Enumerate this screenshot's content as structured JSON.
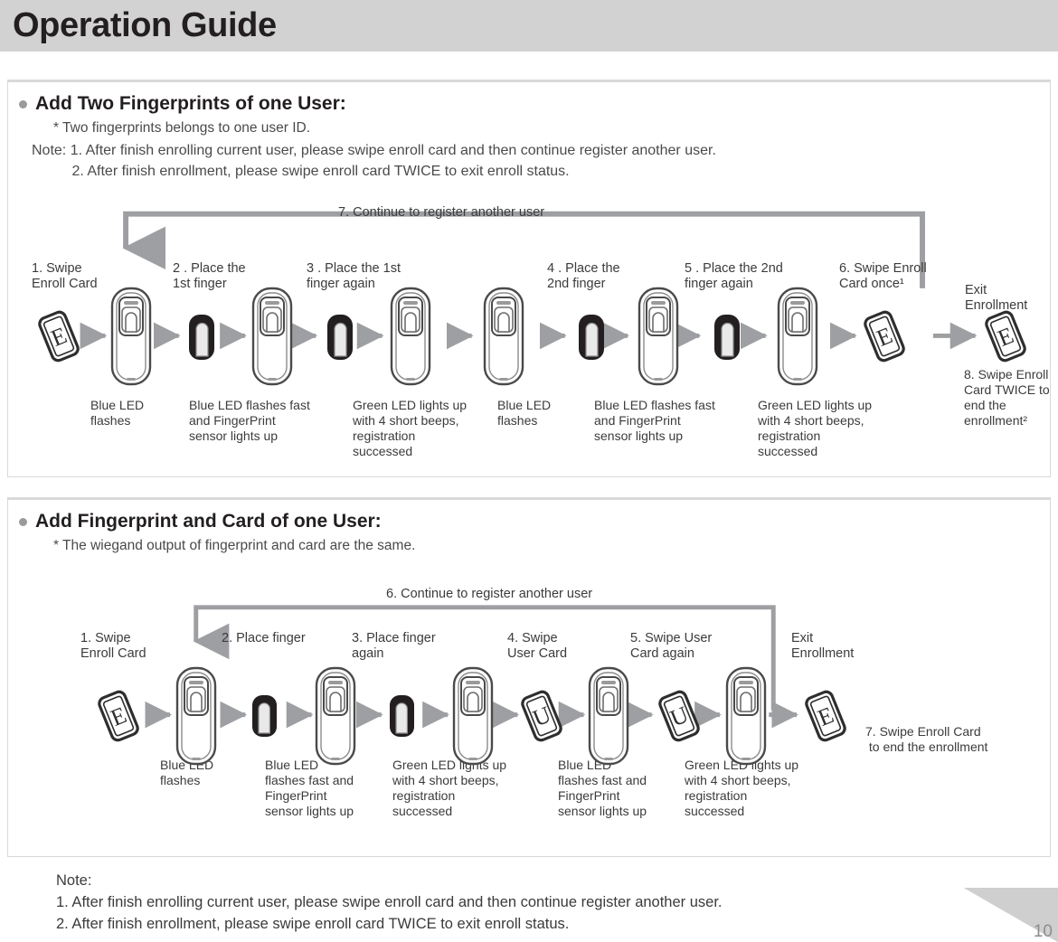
{
  "header": {
    "title": "Operation Guide"
  },
  "page_number": "10",
  "section1": {
    "title": "Add Two Fingerprints of one User:",
    "star_note": "* Two fingerprints belongs to one user ID.",
    "notes": "Note: 1. After finish enrolling current user, please swipe enroll card and then continue register another user.\n          2. After finish enrollment, please swipe enroll card TWICE to exit enroll status.",
    "loop_label": "7. Continue to register another user",
    "exit_label": "Exit\nEnrollment",
    "final_note": "8. Swipe Enroll\nCard TWICE to\nend the\nenrollment²",
    "steps": [
      {
        "label": "1. Swipe\nEnroll Card",
        "icon": "enroll-card-icon",
        "caption": ""
      },
      {
        "label": "",
        "icon": "fingerprint-device-icon",
        "caption": "Blue LED\nflashes"
      },
      {
        "label": "2 . Place the\n1st finger",
        "icon": "finger-icon",
        "caption": ""
      },
      {
        "label": "",
        "icon": "fingerprint-device-icon",
        "caption": "Blue LED flashes fast\nand FingerPrint\nsensor lights up"
      },
      {
        "label": "3 . Place the 1st\nfinger again",
        "icon": "finger-icon",
        "caption": ""
      },
      {
        "label": "",
        "icon": "fingerprint-device-icon",
        "caption": "Green LED lights up\nwith 4 short beeps,\nregistration\nsuccessed"
      },
      {
        "label": "",
        "icon": "fingerprint-device-icon",
        "caption": "Blue LED\nflashes"
      },
      {
        "label": "4 . Place the\n2nd finger",
        "icon": "finger-icon",
        "caption": ""
      },
      {
        "label": "",
        "icon": "fingerprint-device-icon",
        "caption": "Blue LED flashes fast\nand FingerPrint\nsensor lights up"
      },
      {
        "label": "5 . Place the 2nd\nfinger again",
        "icon": "finger-icon",
        "caption": ""
      },
      {
        "label": "",
        "icon": "fingerprint-device-icon",
        "caption": "Green LED lights up\nwith 4 short beeps,\nregistration\nsuccessed"
      },
      {
        "label": "6. Swipe Enroll\nCard once¹",
        "icon": "enroll-card-icon",
        "caption": ""
      },
      {
        "label": "",
        "icon": "enroll-card-icon",
        "caption": ""
      }
    ]
  },
  "section2": {
    "title": "Add Fingerprint and Card of one User:",
    "star_note": "* The wiegand output of fingerprint and card are the same.",
    "loop_label": "6. Continue to register another user",
    "exit_label": "Exit\nEnrollment",
    "final_note": "7. Swipe Enroll Card\n to end the enrollment",
    "steps": [
      {
        "label": "1. Swipe\nEnroll Card",
        "icon": "enroll-card-icon",
        "caption": ""
      },
      {
        "label": "",
        "icon": "fingerprint-device-icon",
        "caption": "Blue LED\nflashes"
      },
      {
        "label": "2. Place finger",
        "icon": "finger-icon",
        "caption": ""
      },
      {
        "label": "",
        "icon": "fingerprint-device-icon",
        "caption": "Blue LED\nflashes fast and\nFingerPrint\nsensor lights up"
      },
      {
        "label": "3. Place finger\nagain",
        "icon": "finger-icon",
        "caption": ""
      },
      {
        "label": "",
        "icon": "fingerprint-device-icon",
        "caption": "Green LED lights up\nwith 4 short beeps,\nregistration\nsuccessed"
      },
      {
        "label": "4. Swipe\nUser Card",
        "icon": "user-card-icon",
        "caption": ""
      },
      {
        "label": "",
        "icon": "fingerprint-device-icon",
        "caption": "Blue LED\nflashes fast and\nFingerPrint\nsensor lights up"
      },
      {
        "label": "5. Swipe User\nCard again",
        "icon": "user-card-icon",
        "caption": ""
      },
      {
        "label": "",
        "icon": "fingerprint-device-icon",
        "caption": "Green LED lights up\nwith 4 short beeps,\nregistration\nsuccessed"
      },
      {
        "label": "",
        "icon": "enroll-card-icon",
        "caption": ""
      }
    ]
  },
  "bottom_note": "Note:\n1. After finish enrolling current user, please swipe enroll card and then continue register another user.\n2. After finish enrollment, please swipe enroll card TWICE to exit enroll status.",
  "colors": {
    "header_bg": "#d2d2d3",
    "arrow_gray": "#9d9fa2",
    "text": "#3b3b3b",
    "title": "#231f20"
  }
}
